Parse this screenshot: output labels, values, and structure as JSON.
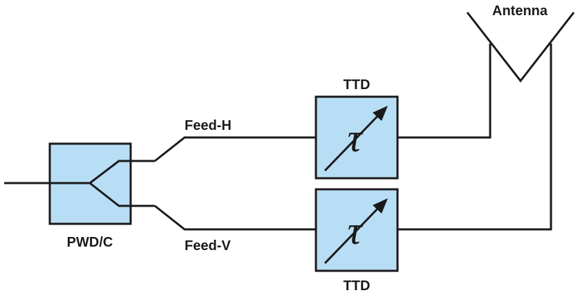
{
  "labels": {
    "antenna": "Antenna",
    "ttd_top": "TTD",
    "ttd_bottom": "TTD",
    "feed_h": "Feed-H",
    "feed_v": "Feed-V",
    "splitter": "PWD/C"
  },
  "symbols": {
    "delay_top": "τ",
    "delay_bottom": "τ"
  },
  "colors": {
    "block_fill": "#b8def5",
    "line": "#1a1a1a"
  }
}
